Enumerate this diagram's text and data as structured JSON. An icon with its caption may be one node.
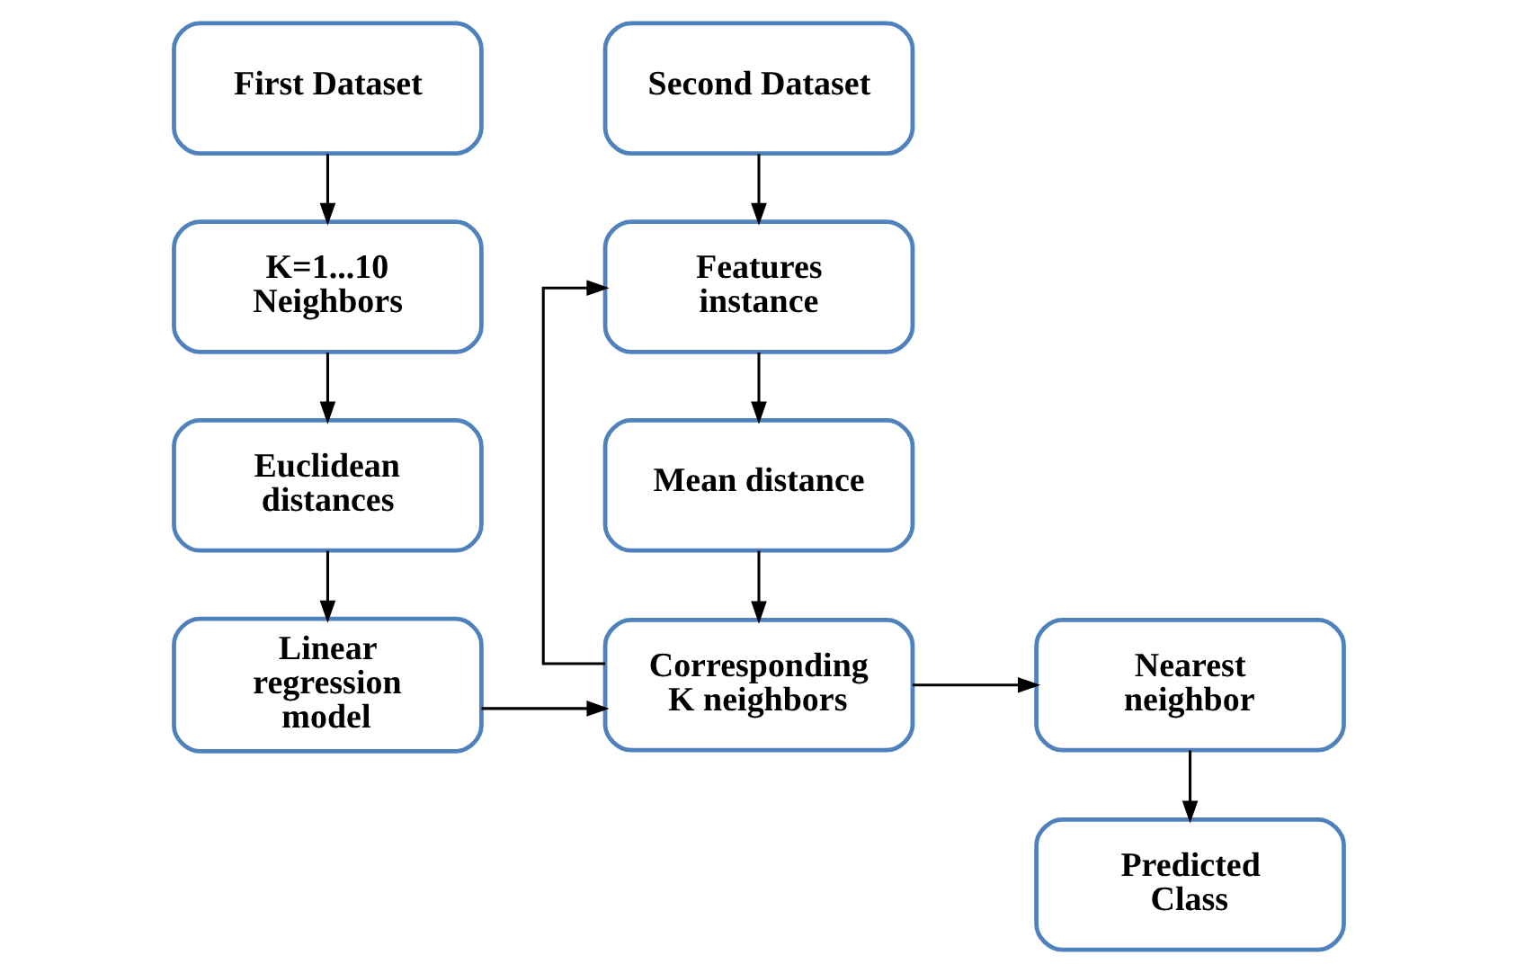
{
  "diagram": {
    "nodes": [
      {
        "text": [
          "First Dataset"
        ]
      },
      {
        "text": [
          "K=1...10 Neighbors"
        ]
      },
      {
        "text": [
          "Euclidean distances"
        ]
      },
      {
        "text": [
          "Linear regression model"
        ]
      },
      {
        "text": [
          "Second Dataset"
        ]
      },
      {
        "text": [
          "Features instance"
        ]
      },
      {
        "text": [
          "Mean distance"
        ]
      },
      {
        "text": [
          "Corresponding K neighbors"
        ]
      },
      {
        "text": [
          "Predicted Class"
        ]
      },
      {
        "text": [
          "Nearest neighbor"
        ]
      }
    ],
    "edges": [
      {
        "from": 0,
        "to": 1,
        "arrow": "to"
      },
      {
        "from": 1,
        "to": 2,
        "arrow": "to"
      },
      {
        "from": 2,
        "to": 3,
        "arrow": "to"
      },
      {
        "from": 3,
        "to": 7,
        "arrow": "to"
      },
      {
        "from": 4,
        "to": 5,
        "arrow": "to"
      },
      {
        "from": 5,
        "to": 6,
        "arrow": "to"
      },
      {
        "from": 6,
        "to": 7,
        "arrow": "to"
      },
      {
        "from": 7,
        "to": 5,
        "arrow": "to"
      },
      {
        "from": 7,
        "to": 9,
        "arrow": "to"
      },
      {
        "from": 9,
        "to": 8,
        "arrow": "to"
      }
    ]
  }
}
